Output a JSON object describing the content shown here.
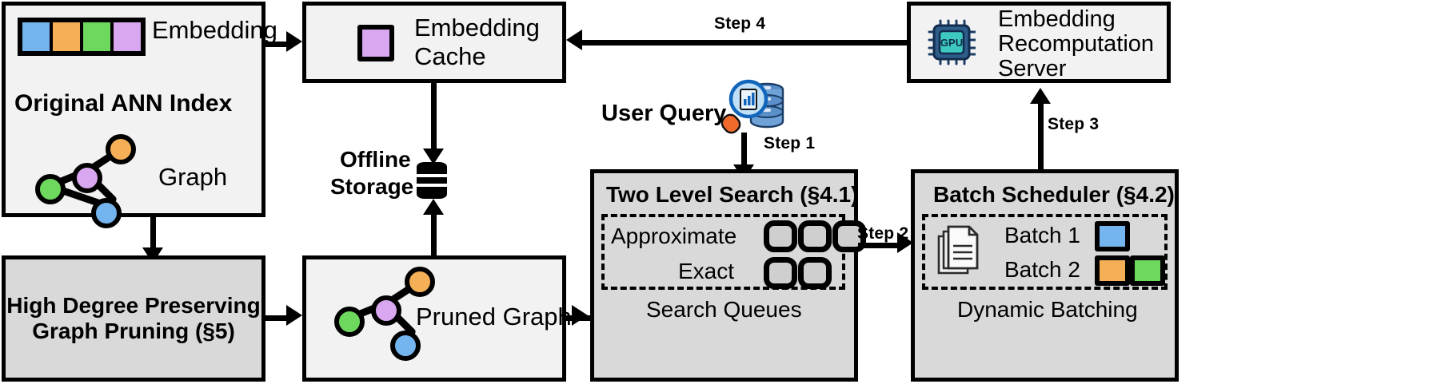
{
  "diagram": {
    "title": "ANN search system architecture",
    "colors": {
      "blue": "#74b4ef",
      "orange": "#f5b057",
      "green": "#6ed85e",
      "purple": "#d8a7ef",
      "box_fill": "#f2f2f2",
      "shaded_fill": "#d9d9d9",
      "slot_fill": "#cfcfcf",
      "stroke": "#000000"
    }
  },
  "original_index": {
    "title": "Original ANN Index",
    "embedding_label": "Embedding",
    "graph_label": "Graph",
    "embedding_swatches": [
      "#74b4ef",
      "#f5b057",
      "#6ed85e",
      "#d8a7ef"
    ],
    "graph_nodes": [
      {
        "name": "orange-node",
        "color": "#f5b057"
      },
      {
        "name": "purple-node",
        "color": "#d8a7ef"
      },
      {
        "name": "green-node",
        "color": "#6ed85e"
      },
      {
        "name": "blue-node",
        "color": "#74b4ef"
      }
    ]
  },
  "pruning": {
    "line1": "High Degree Preserving",
    "line2": "Graph Pruning (§5)"
  },
  "embedding_cache": {
    "line1": "Embedding",
    "line2": "Cache",
    "swatch_color": "#d8a7ef"
  },
  "offline_storage": {
    "line1": "Offline",
    "line2": "Storage",
    "icon": "database-cylinder-icon"
  },
  "pruned_graph": {
    "label": "Pruned Graph",
    "graph_nodes": [
      {
        "name": "orange-node",
        "color": "#f5b057"
      },
      {
        "name": "purple-node",
        "color": "#d8a7ef"
      },
      {
        "name": "green-node",
        "color": "#6ed85e"
      },
      {
        "name": "blue-node",
        "color": "#74b4ef"
      }
    ]
  },
  "user_query": {
    "label": "User Query",
    "icon": "magnifier-database-icon"
  },
  "two_level_search": {
    "title": "Two Level Search (§4.1)",
    "footer": "Search Queues",
    "rows": [
      {
        "label": "Approximate",
        "slots": 3
      },
      {
        "label": "Exact",
        "slots": 2
      }
    ]
  },
  "batch_scheduler": {
    "title": "Batch Scheduler (§4.2)",
    "footer": "Dynamic Batching",
    "icon": "documents-stack-icon",
    "batches": [
      {
        "label": "Batch 1",
        "swatches": [
          "#74b4ef"
        ]
      },
      {
        "label": "Batch 2",
        "swatches": [
          "#f5b057",
          "#6ed85e"
        ]
      }
    ]
  },
  "recomputation_server": {
    "line1": "Embedding",
    "line2": "Recomputation",
    "line3": "Server",
    "icon": "gpu-chip-icon",
    "icon_text": "GPU"
  },
  "steps": [
    {
      "name": "step-1",
      "label": "Step 1"
    },
    {
      "name": "step-2",
      "label": "Step 2"
    },
    {
      "name": "step-3",
      "label": "Step 3"
    },
    {
      "name": "step-4",
      "label": "Step 4"
    }
  ]
}
